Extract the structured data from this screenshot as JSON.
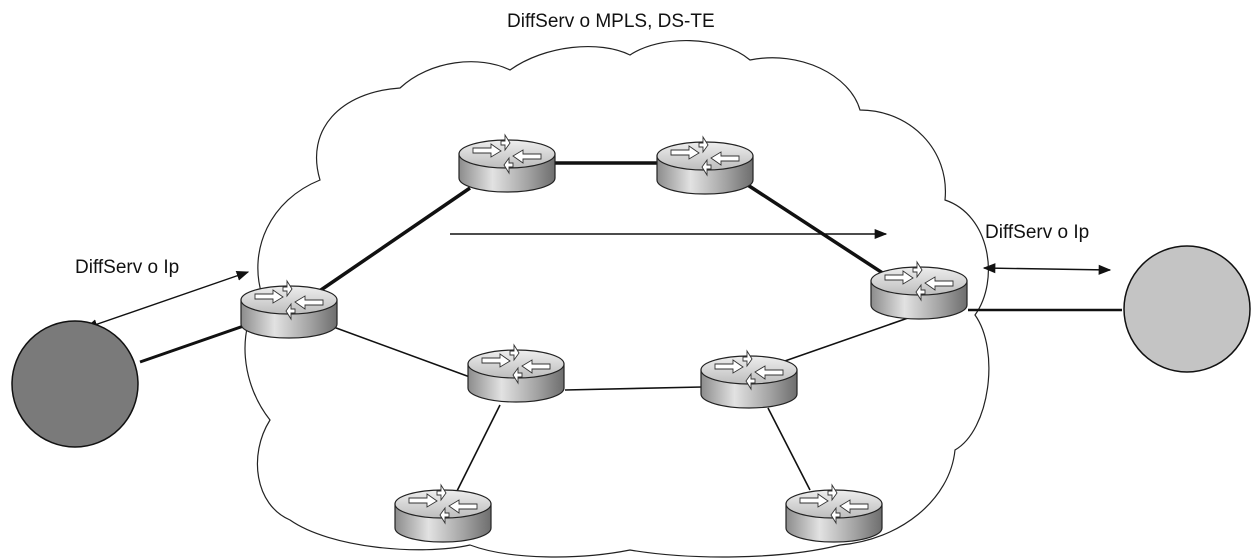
{
  "labels": {
    "title": "DiffServ o MPLS, DS-TE",
    "left_link": "DiffServ o Ip",
    "right_link": "DiffServ o Ip"
  },
  "colors": {
    "left_host_fill": "#7a7a7a",
    "right_host_fill": "#c4c4c4",
    "router_body": "#a8a8a8",
    "router_top": "#d6d6d6",
    "line": "#111111"
  },
  "icons": {
    "router": "router-icon",
    "host": "host-circle-icon",
    "cloud": "cloud-outline"
  }
}
